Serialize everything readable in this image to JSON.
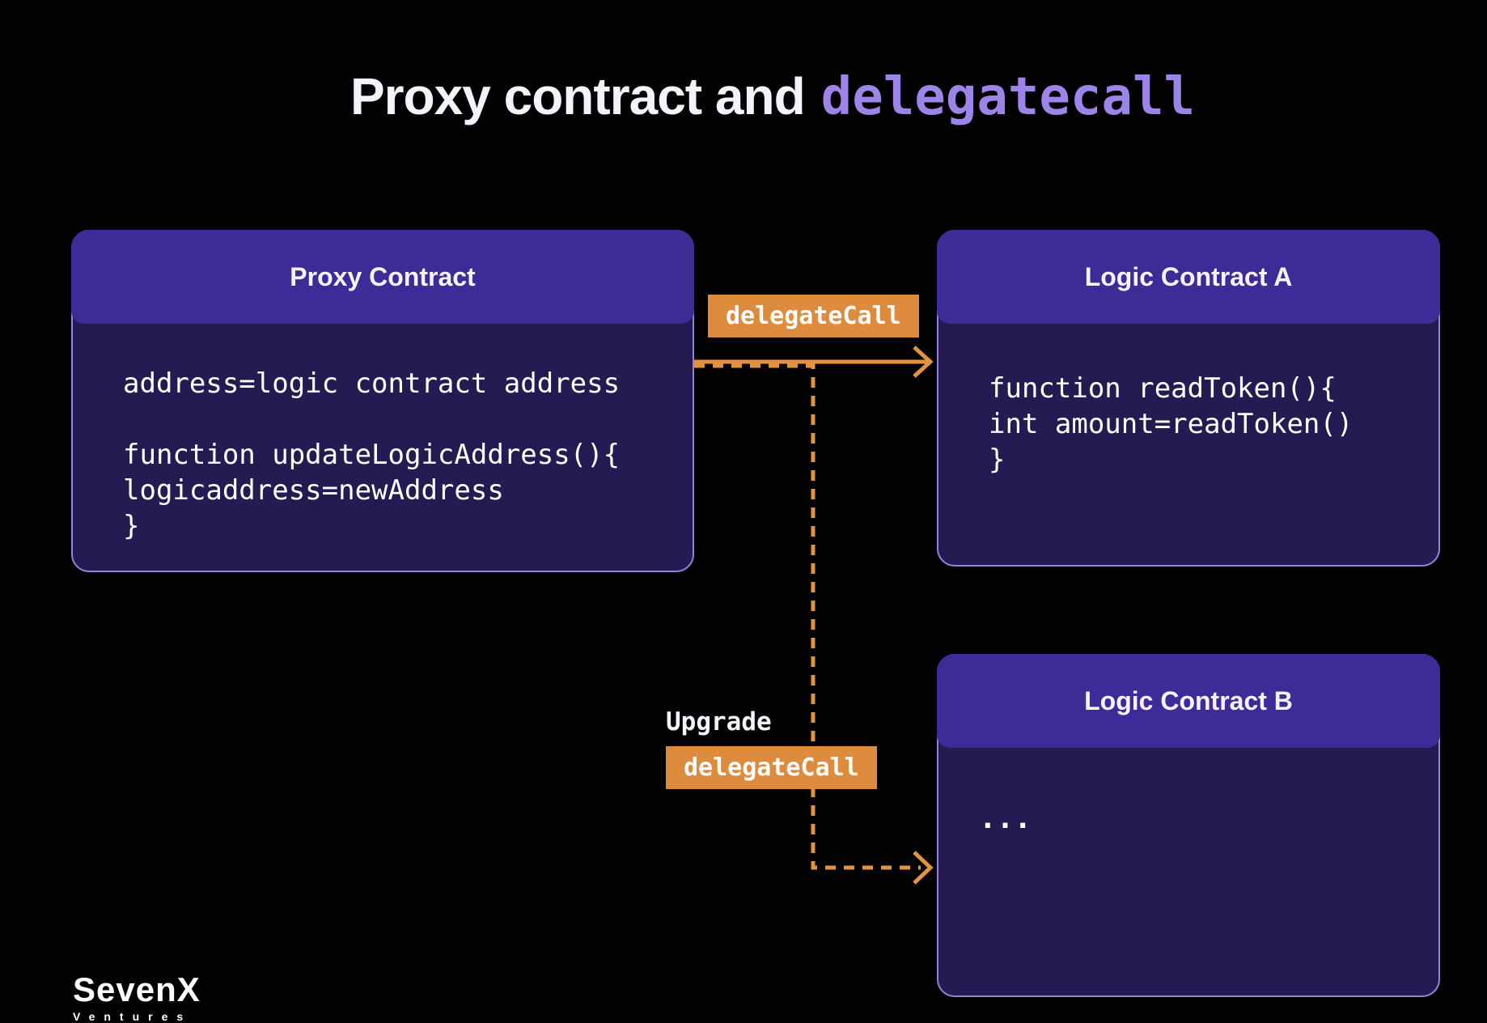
{
  "title": {
    "white": "Proxy contract and",
    "mono": "delegatecall"
  },
  "boxes": {
    "proxy": {
      "header": "Proxy Contract",
      "code": [
        "address=logic contract address",
        "",
        "function updateLogicAddress(){",
        "logicaddress=newAddress",
        "}"
      ]
    },
    "logic_a": {
      "header": "Logic Contract A",
      "code": [
        "function readToken(){",
        "int amount=readToken()",
        "}"
      ]
    },
    "logic_b": {
      "header": "Logic Contract B",
      "code": [
        "..."
      ]
    }
  },
  "arrows": {
    "delegatecall_label": "delegateCall",
    "upgrade_label": "Upgrade",
    "upgrade_delegatecall_label": "delegateCall"
  },
  "logo": {
    "brand": "SevenX",
    "sub": "Ventures"
  },
  "colors": {
    "background": "#020202",
    "box_header": "#3e2b97",
    "box_body": "#261a53",
    "box_border": "#9183d6",
    "accent_orange": "#dd8b3d",
    "arrow_orange": "#e2933f",
    "title_code": "#9d84e8",
    "text": "#f5f3fa"
  }
}
